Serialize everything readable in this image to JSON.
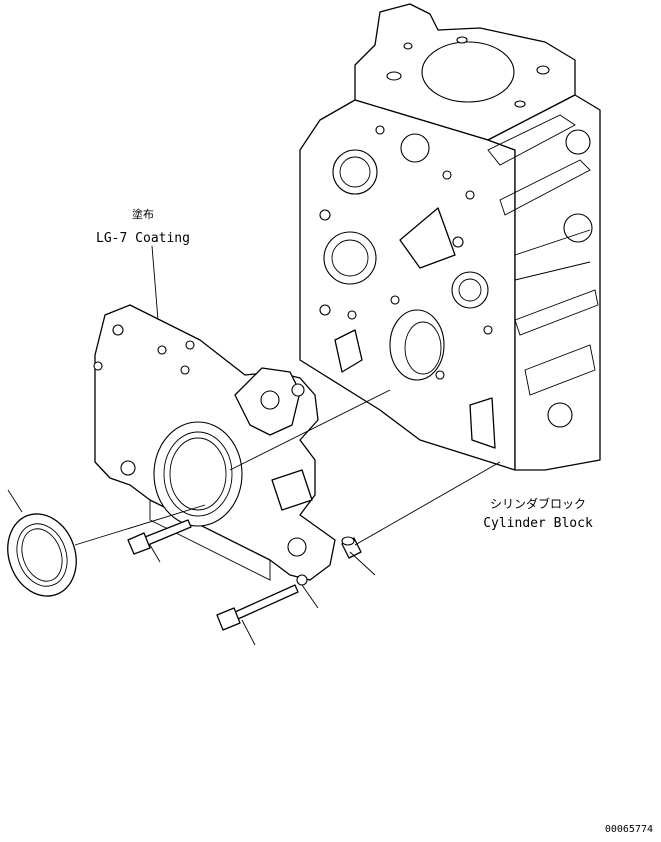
{
  "labels": {
    "coating_jp": "塗布",
    "coating_en": "LG-7 Coating",
    "block_jp": "シリンダブロック",
    "block_en": "Cylinder Block",
    "drawing_number": "00065774"
  }
}
